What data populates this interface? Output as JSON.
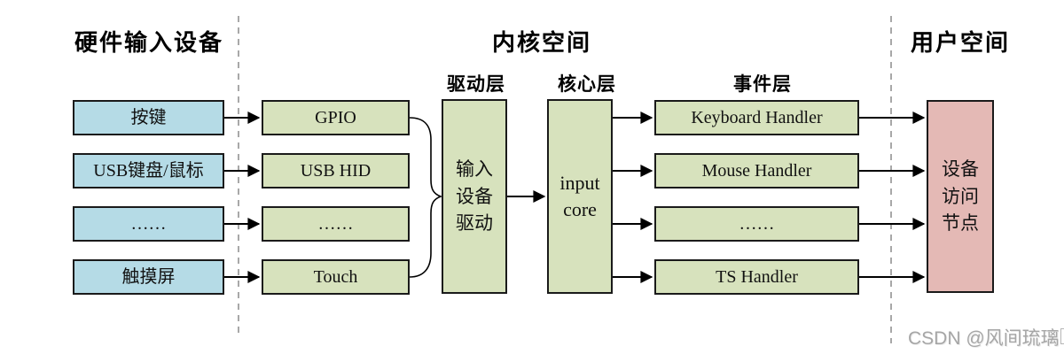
{
  "sections": {
    "hardware_title": "硬件输入设备",
    "kernel_title": "内核空间",
    "user_title": "用户空间"
  },
  "layer_labels": {
    "driver": "驱动层",
    "core": "核心层",
    "event": "事件层"
  },
  "hardware_boxes": [
    "按键",
    "USB键盘/鼠标",
    "……",
    "触摸屏"
  ],
  "driver_boxes": [
    "GPIO",
    "USB HID",
    "……",
    "Touch"
  ],
  "driver_block_lines": [
    "输入",
    "设备",
    "驱动"
  ],
  "core_block_lines": [
    "input",
    "core"
  ],
  "event_boxes": [
    "Keyboard Handler",
    "Mouse Handler",
    "……",
    "TS Handler"
  ],
  "user_block_lines": [
    "设备",
    "访问",
    "节点"
  ],
  "watermark": "CSDN @风间琉璃",
  "colors": {
    "hardware_fill": "#b5dbe6",
    "kernel_fill": "#d7e2bd",
    "user_fill": "#e4b9b5",
    "box_border": "#1a1a1a",
    "dashed_line": "#a8a8a8",
    "watermark_text": "#a6a6a6"
  }
}
